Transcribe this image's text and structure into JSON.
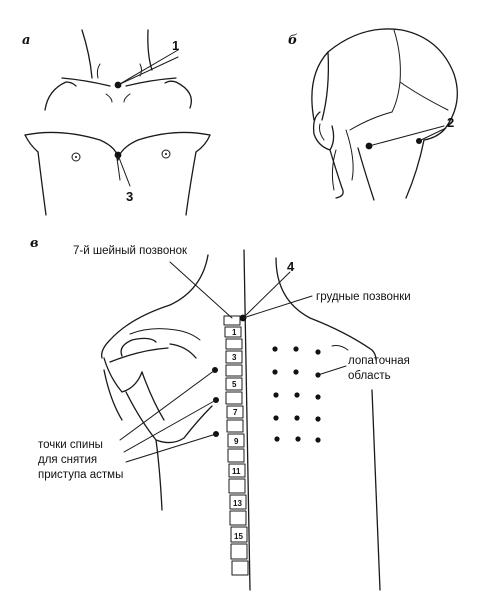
{
  "panels": {
    "a": "а",
    "b": "б",
    "v": "в"
  },
  "markers": {
    "m1": "1",
    "m2": "2",
    "m3": "3",
    "m4": "4"
  },
  "labels": {
    "cervical": "7-й шейный позвонок",
    "thoracic": "грудные позвонки",
    "scapular_line1": "лопаточная",
    "scapular_line2": "область",
    "back_line1": "точки спины",
    "back_line2": "для снятия",
    "back_line3": "приступа астмы"
  },
  "vertebra_numbers": [
    "1",
    "3",
    "5",
    "7",
    "9",
    "11",
    "13",
    "15"
  ]
}
